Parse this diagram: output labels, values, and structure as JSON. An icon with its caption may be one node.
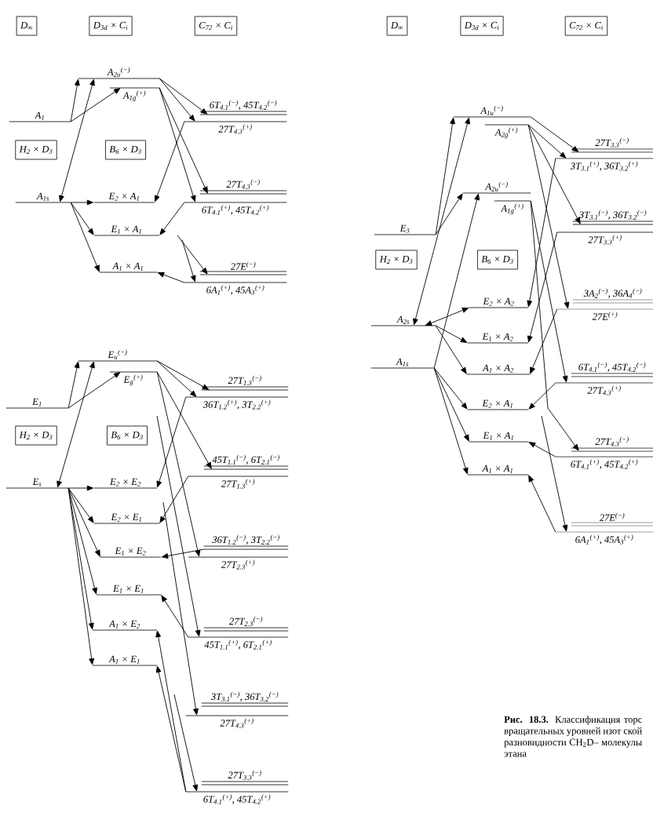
{
  "diagram": {
    "nodes": [
      {
        "text": [
          "D$_{∞}$"
        ]
      },
      {
        "text": [
          "D$_{3d}$ × C$_{i}$"
        ]
      },
      {
        "text": [
          "C$_{72}$ × C$_{i}$"
        ]
      },
      {
        "text": [
          "D$_{∞}$"
        ]
      },
      {
        "text": [
          "D$_{3d}$ × C$_{i}$"
        ]
      },
      {
        "text": [
          "C$_{72}$ × C$_{i}$"
        ]
      },
      {
        "text": [
          "A$_{2u}$$^{(−)}$"
        ]
      },
      {
        "text": [
          "A$_{1g}$$^{(+)}$"
        ]
      },
      {
        "text": [
          "A$_{1}$"
        ]
      },
      {
        "text": [
          "6T$_{4.1}$$^{(−)}$, 45T$_{4.2}$$^{(−)}$"
        ]
      },
      {
        "text": [
          "27T$_{4.3}$$^{(+)}$"
        ]
      },
      {
        "text": [
          "H$_{2}$ × D$_{3}$"
        ]
      },
      {
        "text": [
          "B$_{6}$ × D$_{3}$"
        ]
      },
      {
        "text": [
          "27T$_{4.3}$$^{(−)}$"
        ]
      },
      {
        "text": [
          "A$_{1s}$"
        ]
      },
      {
        "text": [
          "E$_{2}$ × A$_{1}$"
        ]
      },
      {
        "text": [
          "6T$_{4.1}$$^{(+)}$, 45T$_{4.2}$$^{(+)}$"
        ]
      },
      {
        "text": [
          "E$_{1}$ × A$_{1}$"
        ]
      },
      {
        "text": [
          "A$_{1}$ × A$_{1}$"
        ]
      },
      {
        "text": [
          "27E$^{(−)}$"
        ]
      },
      {
        "text": [
          "6A$_{1}$$^{(+)}$, 45A$_{3}$$^{(+)}$"
        ]
      },
      {
        "text": [
          "E$_{u}$$^{(−)}$"
        ]
      },
      {
        "text": [
          "E$_{g}$$^{(+)}$"
        ]
      },
      {
        "text": [
          "E$_{1}$"
        ]
      },
      {
        "text": [
          "27T$_{1.3}$$^{(−)}$"
        ]
      },
      {
        "text": [
          "36T$_{1.2}$$^{(+)}$, 3T$_{2.2}$$^{(+)}$"
        ]
      },
      {
        "text": [
          "H$_{2}$ × D$_{3}$"
        ]
      },
      {
        "text": [
          "B$_{6}$ × D$_{3}$"
        ]
      },
      {
        "text": [
          "45T$_{1.1}$$^{(−)}$, 6T$_{2.1}$$^{(−)}$"
        ]
      },
      {
        "text": [
          "E$_{s}$"
        ]
      },
      {
        "text": [
          "E$_{2}$ × E$_{2}$"
        ]
      },
      {
        "text": [
          "27T$_{1.3}$$^{(+)}$"
        ]
      },
      {
        "text": [
          "E$_{2}$ × E$_{1}$"
        ]
      },
      {
        "text": [
          "36T$_{1.2}$$^{(−)}$, 3T$_{2.2}$$^{(−)}$"
        ]
      },
      {
        "text": [
          "E$_{1}$ × E$_{2}$"
        ]
      },
      {
        "text": [
          "27T$_{2.3}$$^{(+)}$"
        ]
      },
      {
        "text": [
          "E$_{1}$ × E$_{1}$"
        ]
      },
      {
        "text": [
          "27T$_{2.3}$$^{(−)}$"
        ]
      },
      {
        "text": [
          "A$_{1}$ × E$_{2}$"
        ]
      },
      {
        "text": [
          "45T$_{1.1}$$^{(+)}$, 6T$_{2.1}$$^{(+)}$"
        ]
      },
      {
        "text": [
          "A$_{1}$ × E$_{1}$"
        ]
      },
      {
        "text": [
          "3T$_{3.1}$$^{(−)}$, 36T$_{3.2}$$^{(−)}$"
        ]
      },
      {
        "text": [
          "27T$_{4.3}$$^{(+)}$"
        ]
      },
      {
        "text": [
          "27T$_{3.3}$$^{(−)}$"
        ]
      },
      {
        "text": [
          "6T$_{4.1}$$^{(+)}$, 45T$_{4.2}$$^{(+)}$"
        ]
      },
      {
        "text": [
          "A$_{1u}$$^{(−)}$"
        ]
      },
      {
        "text": [
          "A$_{2g}$$^{(+)}$"
        ]
      },
      {
        "text": [
          "27T$_{3.3}$$^{(−)}$"
        ]
      },
      {
        "text": [
          "3T$_{3.1}$$^{(+)}$, 36T$_{3.2}$$^{(+)}$"
        ]
      },
      {
        "text": [
          "A$_{2u}$$^{(−)}$"
        ]
      },
      {
        "text": [
          "A$_{1g}$$^{(+)}$"
        ]
      },
      {
        "text": [
          "3T$_{3.1}$$^{(−)}$, 36T$_{3.2}$$^{(−)}$"
        ]
      },
      {
        "text": [
          "E$_{3}$"
        ]
      },
      {
        "text": [
          "27T$_{3.3}$$^{(+)}$"
        ]
      },
      {
        "text": [
          "H$_{2}$ × D$_{3}$"
        ]
      },
      {
        "text": [
          "B$_{6}$ × D$_{3}$"
        ]
      },
      {
        "text": [
          "3A$_{2}$$^{(−)}$, 36A$_{4}$$^{(−)}$"
        ]
      },
      {
        "text": [
          "E$_{2}$ × A$_{2}$"
        ]
      },
      {
        "text": [
          "27E$^{(+)}$"
        ]
      },
      {
        "text": [
          "A$_{2s}$"
        ]
      },
      {
        "text": [
          "E$_{1}$ × A$_{2}$"
        ]
      },
      {
        "text": [
          "A$_{1s}$"
        ]
      },
      {
        "text": [
          "6T$_{4.1}$$^{(−)}$, 45T$_{4.2}$$^{(−)}$"
        ]
      },
      {
        "text": [
          "A$_{1}$ × A$_{2}$"
        ]
      },
      {
        "text": [
          "27T$_{4.3}$$^{(+)}$"
        ]
      },
      {
        "text": [
          "E$_{2}$ × A$_{1}$"
        ]
      },
      {
        "text": [
          "27T$_{4.3}$$^{(−)}$"
        ]
      },
      {
        "text": [
          "E$_{1}$ × A$_{1}$"
        ]
      },
      {
        "text": [
          "6T$_{4.1}$$^{(+)}$, 45T$_{4.2}$$^{(+)}$"
        ]
      },
      {
        "text": [
          "A$_{1}$ × A$_{1}$"
        ]
      },
      {
        "text": [
          "27E$^{(−)}$"
        ]
      },
      {
        "text": [
          "6A$_{1}$$^{(+)}$, 45A$_{3}$$^{(+)}$"
        ]
      }
    ],
    "edges": [
      {
        "from": 8,
        "to": 6,
        "arrow": "to"
      },
      {
        "from": 8,
        "to": 7,
        "arrow": "to"
      },
      {
        "from": 14,
        "to": 6,
        "arrow": "both"
      },
      {
        "from": 14,
        "to": 15,
        "arrow": "to"
      },
      {
        "from": 14,
        "to": 17,
        "arrow": "to"
      },
      {
        "from": 14,
        "to": 18,
        "arrow": "to"
      },
      {
        "from": 6,
        "to": 9,
        "arrow": "to"
      },
      {
        "from": 6,
        "to": 10,
        "arrow": "to"
      },
      {
        "from": 7,
        "to": 13,
        "arrow": "to"
      },
      {
        "from": 7,
        "to": 16,
        "arrow": "to"
      },
      {
        "from": 10,
        "to": 15,
        "arrow": "to"
      },
      {
        "from": 16,
        "to": 17,
        "arrow": "to"
      },
      {
        "from": 20,
        "to": 18,
        "arrow": "to"
      },
      {
        "from": null,
        "to": 19,
        "arrow": "to"
      },
      {
        "from": null,
        "to": 20,
        "arrow": "to"
      },
      {
        "from": 23,
        "to": 21,
        "arrow": "to"
      },
      {
        "from": 23,
        "to": 22,
        "arrow": "to"
      },
      {
        "from": 29,
        "to": 21,
        "arrow": "both"
      },
      {
        "from": 29,
        "to": 30,
        "arrow": "to"
      },
      {
        "from": 29,
        "to": 32,
        "arrow": "to"
      },
      {
        "from": 29,
        "to": 34,
        "arrow": "to"
      },
      {
        "from": 29,
        "to": 36,
        "arrow": "to"
      },
      {
        "from": 29,
        "to": 38,
        "arrow": "to"
      },
      {
        "from": 29,
        "to": 40,
        "arrow": "to"
      },
      {
        "from": 21,
        "to": 24,
        "arrow": "to"
      },
      {
        "from": 21,
        "to": 25,
        "arrow": "to"
      },
      {
        "from": 22,
        "to": 28,
        "arrow": "to"
      },
      {
        "from": 22,
        "to": 35,
        "arrow": "to"
      },
      {
        "from": 25,
        "to": 30,
        "arrow": "to"
      },
      {
        "from": 31,
        "to": 32,
        "arrow": "to"
      },
      {
        "from": 33,
        "to": 34,
        "arrow": "to"
      },
      {
        "from": null,
        "to": 39,
        "arrow": "to"
      },
      {
        "from": null,
        "to": 42,
        "arrow": "to"
      },
      {
        "from": null,
        "to": 44,
        "arrow": "to"
      },
      {
        "from": 39,
        "to": 36,
        "arrow": "to"
      },
      {
        "from": 44,
        "to": 38,
        "arrow": "to"
      },
      {
        "from": 44,
        "to": 40,
        "arrow": "to"
      },
      {
        "from": 52,
        "to": 45,
        "arrow": "to"
      },
      {
        "from": 52,
        "to": 49,
        "arrow": "to"
      },
      {
        "from": 59,
        "to": 57,
        "arrow": "both"
      },
      {
        "from": 61,
        "to": 49,
        "arrow": "to"
      },
      {
        "from": 59,
        "to": 45,
        "arrow": "both"
      },
      {
        "from": 59,
        "to": 60,
        "arrow": "to"
      },
      {
        "from": 59,
        "to": 63,
        "arrow": "to"
      },
      {
        "from": 61,
        "to": 65,
        "arrow": "to"
      },
      {
        "from": 61,
        "to": 67,
        "arrow": "to"
      },
      {
        "from": 61,
        "to": 69,
        "arrow": "to"
      },
      {
        "from": 45,
        "to": 47,
        "arrow": "to"
      },
      {
        "from": 46,
        "to": 48,
        "arrow": "to"
      },
      {
        "from": 46,
        "to": 51,
        "arrow": "to"
      },
      {
        "from": 46,
        "to": 58,
        "arrow": "to"
      },
      {
        "from": 50,
        "to": 64,
        "arrow": "to"
      },
      {
        "from": 50,
        "to": 66,
        "arrow": "to"
      },
      {
        "from": 48,
        "to": 57,
        "arrow": "to"
      },
      {
        "from": 53,
        "to": 60,
        "arrow": "to"
      },
      {
        "from": 58,
        "to": 63,
        "arrow": "to"
      },
      {
        "from": 64,
        "to": 65,
        "arrow": "to"
      },
      {
        "from": 68,
        "to": 67,
        "arrow": "to"
      },
      {
        "from": 71,
        "to": 69,
        "arrow": "to"
      },
      {
        "from": null,
        "to": 71,
        "arrow": "to"
      }
    ],
    "caption": "**Рис. 18.3.** Классификация торс вращательных уровней изот ской разновидности CH$_{2}$D– молекулы этана"
  }
}
